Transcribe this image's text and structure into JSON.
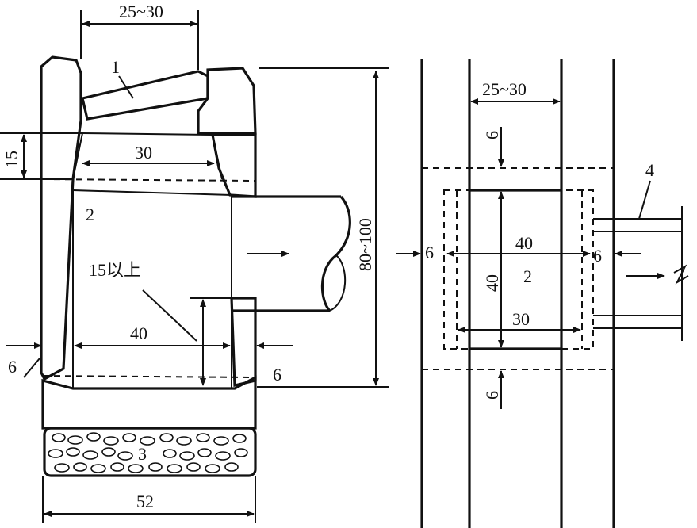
{
  "left_view": {
    "dim_top_width": "25~30",
    "part_1": "1",
    "dim_15": "15",
    "dim_30": "30",
    "chamber_2": "2",
    "dim_15_above": "15以上",
    "dim_40": "40",
    "dim_6_left": "6",
    "dim_6_right": "6",
    "dim_height": "80~100",
    "part_3": "3",
    "dim_bottom_width": "52"
  },
  "right_view": {
    "dim_top_width": "25~30",
    "part_4": "4",
    "dim_6_top": "6",
    "dim_40_h": "40",
    "dim_6_left": "6",
    "dim_6_right": "6",
    "dim_40_v": "40",
    "chamber_2": "2",
    "dim_30": "30",
    "dim_6_bottom": "6"
  }
}
